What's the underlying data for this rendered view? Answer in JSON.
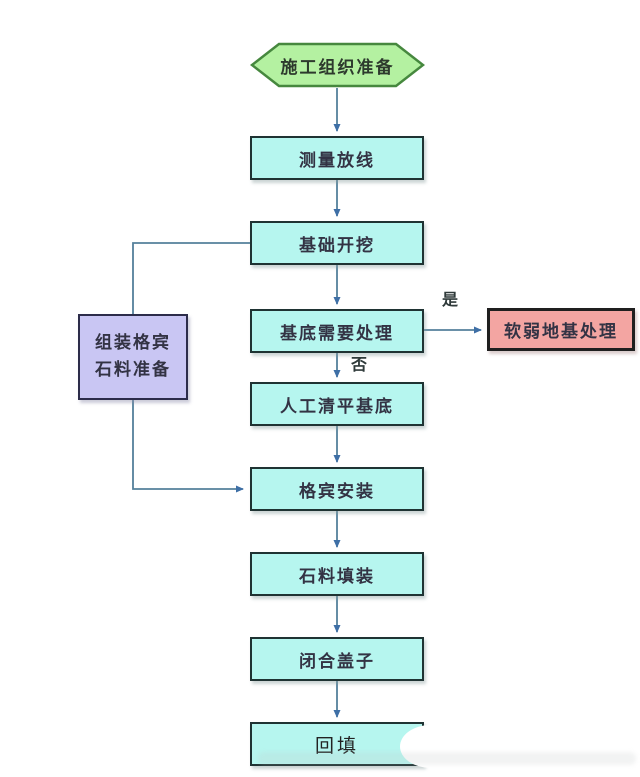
{
  "diagram": {
    "type": "flowchart",
    "nodes": {
      "start": {
        "label": "施工组织准备",
        "shape": "hexagon"
      },
      "survey": {
        "label": "测量放线",
        "shape": "process"
      },
      "excavation": {
        "label": "基础开挖",
        "shape": "process"
      },
      "base_check": {
        "label": "基底需要处理",
        "shape": "process"
      },
      "soft_treatment": {
        "label": "软弱地基处理",
        "shape": "alert"
      },
      "leveling": {
        "label": "人工清平基底",
        "shape": "process"
      },
      "gabion_install": {
        "label": "格宾安装",
        "shape": "process"
      },
      "stone_filling": {
        "label": "石料填装",
        "shape": "process"
      },
      "close_lid": {
        "label": "闭合盖子",
        "shape": "process"
      },
      "backfill": {
        "label": "回填",
        "shape": "process"
      },
      "prep": {
        "line1": "组装格宾",
        "line2": "石料准备",
        "shape": "side"
      }
    },
    "edge_labels": {
      "yes": "是",
      "no": "否"
    },
    "edges": [
      "start -> survey",
      "survey -> excavation",
      "excavation -> base_check",
      "base_check -> soft_treatment (是)",
      "base_check -> leveling (否)",
      "leveling -> gabion_install",
      "excavation -> prep -> gabion_install",
      "gabion_install -> stone_filling",
      "stone_filling -> close_lid",
      "close_lid -> backfill"
    ],
    "colors": {
      "process_fill": "#b6f6ef",
      "process_border": "#1f3333",
      "start_fill": "#b4f1a1",
      "start_border": "#46883e",
      "side_fill": "#c9c6f3",
      "side_border": "#2c2c4a",
      "alert_fill": "#f3a5a2",
      "alert_border": "#1f1f1f",
      "connector": "#54809b",
      "arrowhead": "#3e6fa6",
      "text": "#333344"
    }
  }
}
